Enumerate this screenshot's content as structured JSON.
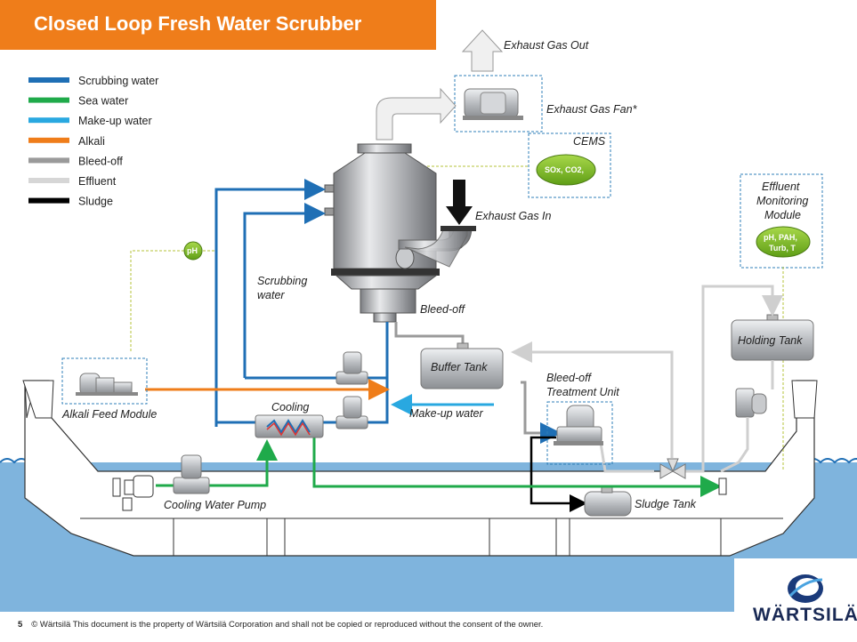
{
  "title": "Closed Loop Fresh Water Scrubber",
  "legend": [
    {
      "label": "Scrubbing water",
      "color": "#1f6fb5"
    },
    {
      "label": "Sea water",
      "color": "#1faa4a"
    },
    {
      "label": "Make-up water",
      "color": "#29a8e0"
    },
    {
      "label": "Alkali",
      "color": "#ef7d1a"
    },
    {
      "label": "Bleed-off",
      "color": "#9a9a9a"
    },
    {
      "label": "Effluent",
      "color": "#d6d6d6"
    },
    {
      "label": "Sludge",
      "color": "#000000"
    }
  ],
  "labels": {
    "exhaust_gas_out": "Exhaust Gas Out",
    "exhaust_gas_fan": "Exhaust Gas Fan*",
    "cems": "CEMS",
    "cems_inner": "SOx, CO2,",
    "exhaust_gas_in": "Exhaust Gas In",
    "effluent_line1": "Effluent",
    "effluent_line2": "Monitoring",
    "effluent_line3": "Module",
    "effluent_inner1": "pH, PAH,",
    "effluent_inner2": "Turb, T",
    "ph": "pH",
    "scrubbing_water_1": "Scrubbing",
    "scrubbing_water_2": "water",
    "bleed_off": "Bleed-off",
    "buffer_tank": "Buffer Tank",
    "holding_tank": "Holding  Tank",
    "bleed_treatment_1": "Bleed-off",
    "bleed_treatment_2": "Treatment Unit",
    "alkali_feed_module": "Alkali Feed Module",
    "cooling": "Cooling",
    "make_up_water": "Make-up water",
    "cooling_water_pump": "Cooling  Water Pump",
    "sludge_tank": "Sludge Tank"
  },
  "footer": {
    "page_number": "5",
    "copyright": "© Wärtsilä  This document is the property of Wärtsilä Corporation and shall not be copied or reproduced without the consent of the owner."
  },
  "logo_text": "WÄRTSILÄ"
}
